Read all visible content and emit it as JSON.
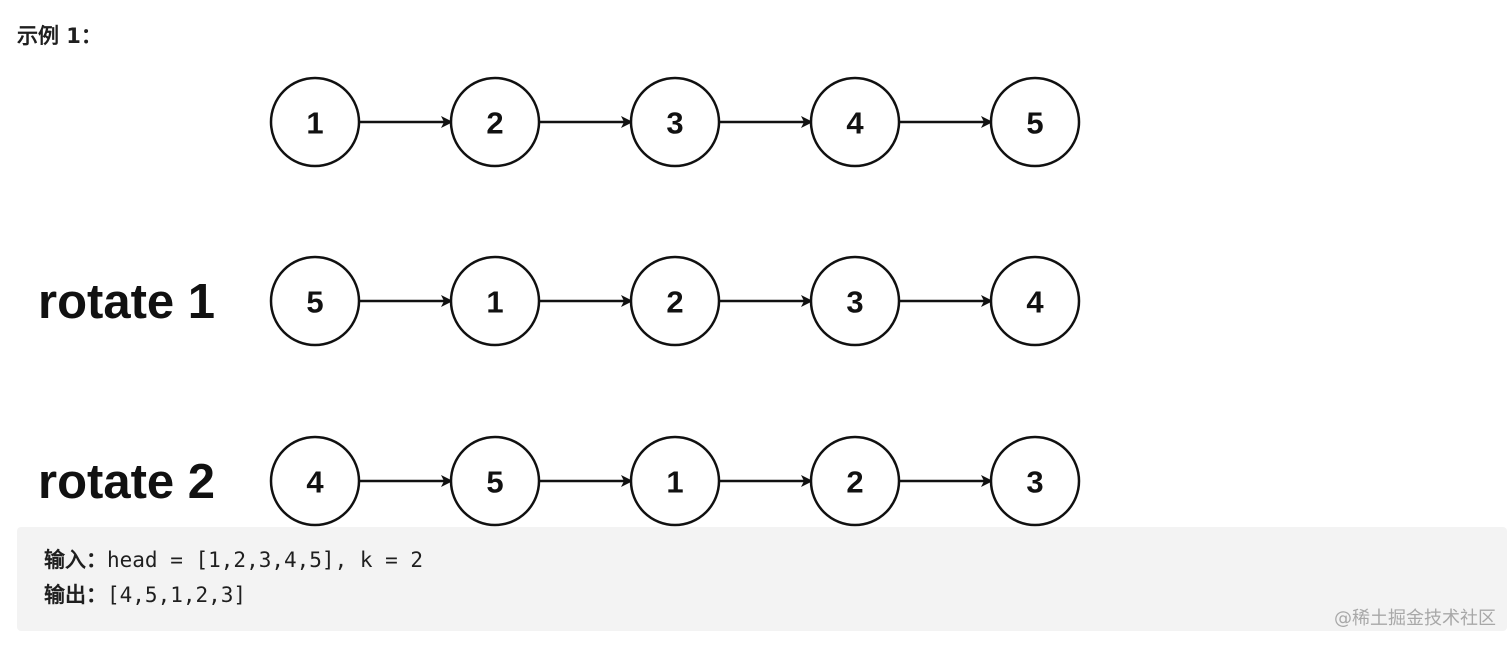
{
  "example_title": "示例 1：",
  "diagram": {
    "rows": [
      {
        "label": "",
        "nodes": [
          "1",
          "2",
          "3",
          "4",
          "5"
        ]
      },
      {
        "label": "rotate 1",
        "nodes": [
          "5",
          "1",
          "2",
          "3",
          "4"
        ]
      },
      {
        "label": "rotate 2",
        "nodes": [
          "4",
          "5",
          "1",
          "2",
          "3"
        ]
      }
    ]
  },
  "code": {
    "input_label": "输入：",
    "input_value": "head = [1,2,3,4,5], k = 2",
    "output_label": "输出：",
    "output_value": "[4,5,1,2,3]"
  },
  "watermark": "@稀土掘金技术社区"
}
